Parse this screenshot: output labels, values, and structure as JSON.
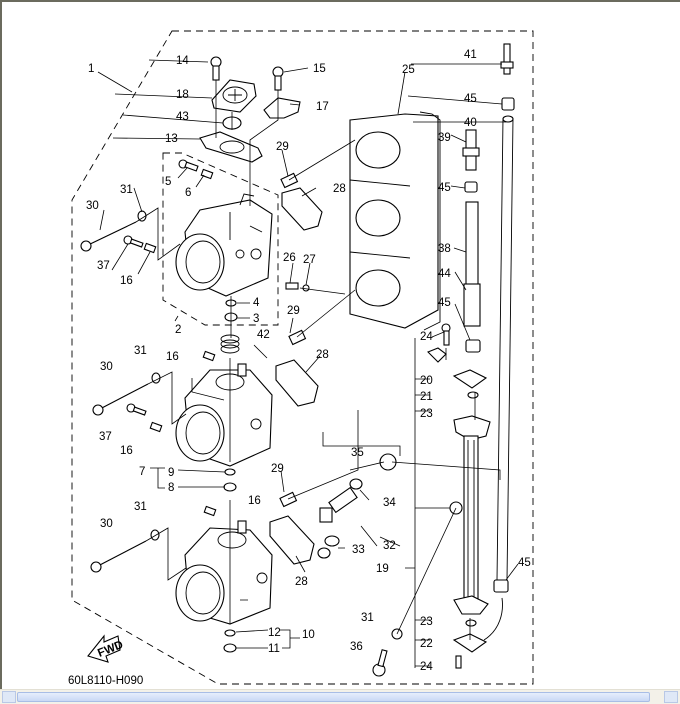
{
  "diagram": {
    "title": "Throttle Body / Fuel Injection Parts Diagram",
    "drawing_code": "60L8110-H090",
    "direction_marker": "FWD",
    "line_color": "#000000",
    "background_color": "#ffffff",
    "callouts": {
      "c1": "1",
      "c2": "2",
      "c3": "3",
      "c4": "4",
      "c5": "5",
      "c6": "6",
      "c7": "7",
      "c8": "8",
      "c9": "9",
      "c10": "10",
      "c11": "11",
      "c12": "12",
      "c13": "13",
      "c14": "14",
      "c15": "15",
      "c16a": "16",
      "c16b": "16",
      "c16c": "16",
      "c16d": "16",
      "c17": "17",
      "c18": "18",
      "c19": "19",
      "c20": "20",
      "c21": "21",
      "c22": "22",
      "c23a": "23",
      "c23b": "23",
      "c24a": "24",
      "c24b": "24",
      "c25": "25",
      "c26": "26",
      "c27": "27",
      "c28a": "28",
      "c28b": "28",
      "c28c": "28",
      "c29a": "29",
      "c29b": "29",
      "c29c": "29",
      "c30a": "30",
      "c30b": "30",
      "c30c": "30",
      "c31a": "31",
      "c31b": "31",
      "c31c": "31",
      "c31d": "31",
      "c32": "32",
      "c33": "33",
      "c34": "34",
      "c35": "35",
      "c36": "36",
      "c37a": "37",
      "c37b": "37",
      "c38": "38",
      "c39": "39",
      "c40": "40",
      "c41": "41",
      "c42": "42",
      "c43": "43",
      "c44": "44",
      "c45a": "45",
      "c45b": "45",
      "c45c": "45",
      "c45d": "45"
    }
  },
  "window": {
    "scrollbar": {
      "orientation": "horizontal",
      "thumb_fraction": 0.95,
      "position_fraction": 0.0
    }
  }
}
